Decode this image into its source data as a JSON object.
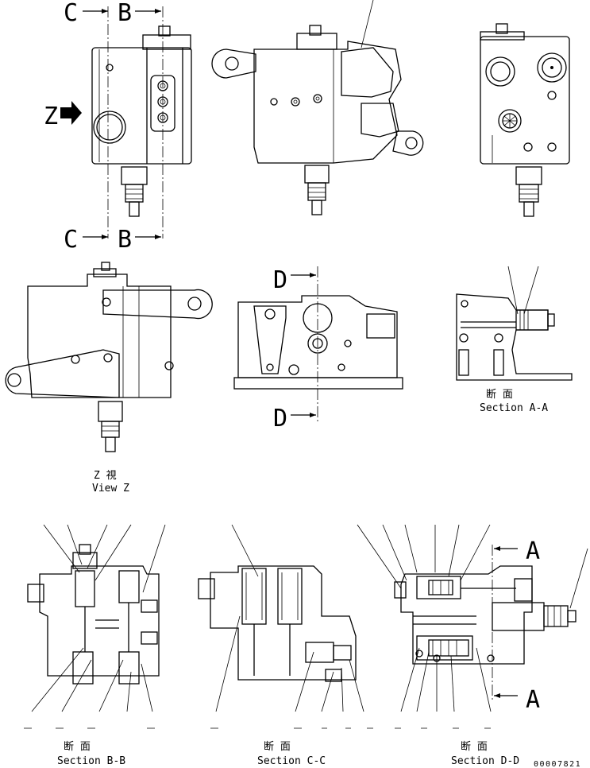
{
  "views": {
    "view_z": {
      "jp": "Z 視",
      "en": "View Z"
    },
    "section_aa": {
      "jp": "断 面",
      "en": "Section A-A"
    },
    "section_bb": {
      "jp": "断 面",
      "en": "Section B-B"
    },
    "section_cc": {
      "jp": "断 面",
      "en": "Section C-C"
    },
    "section_dd": {
      "jp": "断 面",
      "en": "Section D-D"
    }
  },
  "cut_markers": {
    "a": "A",
    "b": "B",
    "c": "C",
    "d": "D",
    "z": "Z"
  },
  "drawing_number": "00007821"
}
